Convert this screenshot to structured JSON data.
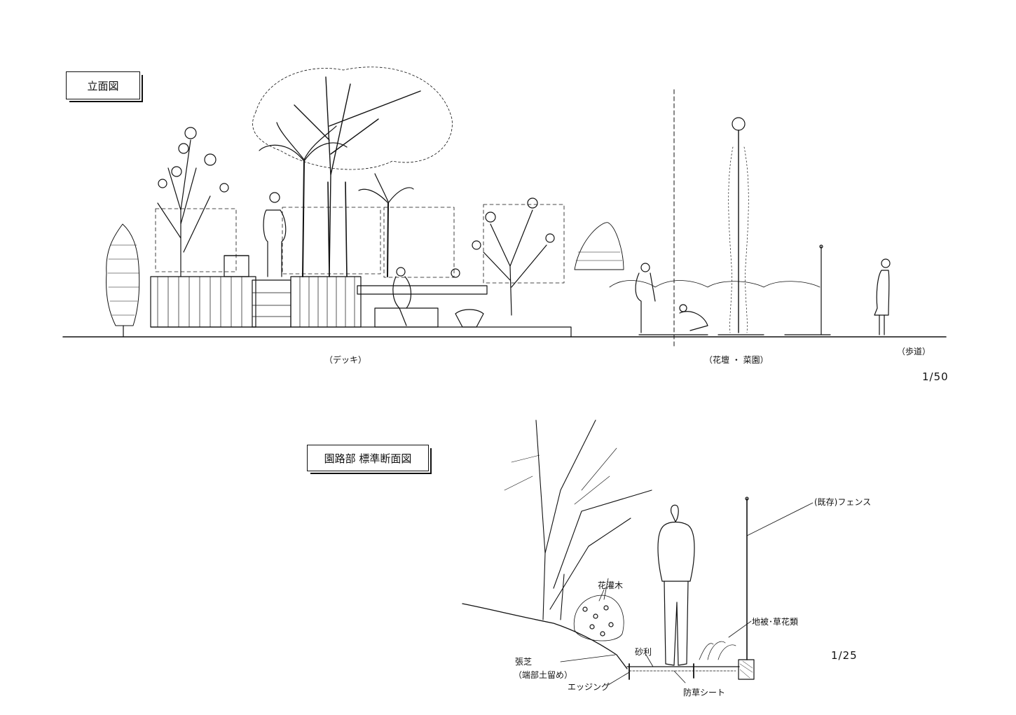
{
  "elevation": {
    "title": "立面図",
    "scale": "1/50",
    "zones": [
      "（デッキ）",
      "（花壇 ・ 菜園）",
      "（歩道）"
    ]
  },
  "section": {
    "title": "園路部 標準断面図",
    "scale": "1/25",
    "callouts": {
      "fence": "(既存)フェンス",
      "shrub": "花灌木",
      "groundcover": "地被･草花類",
      "turf": "張芝",
      "turf_note": "（端部土留め）",
      "gravel": "砂利",
      "edging": "エッジング",
      "sheet": "防草シート"
    }
  }
}
